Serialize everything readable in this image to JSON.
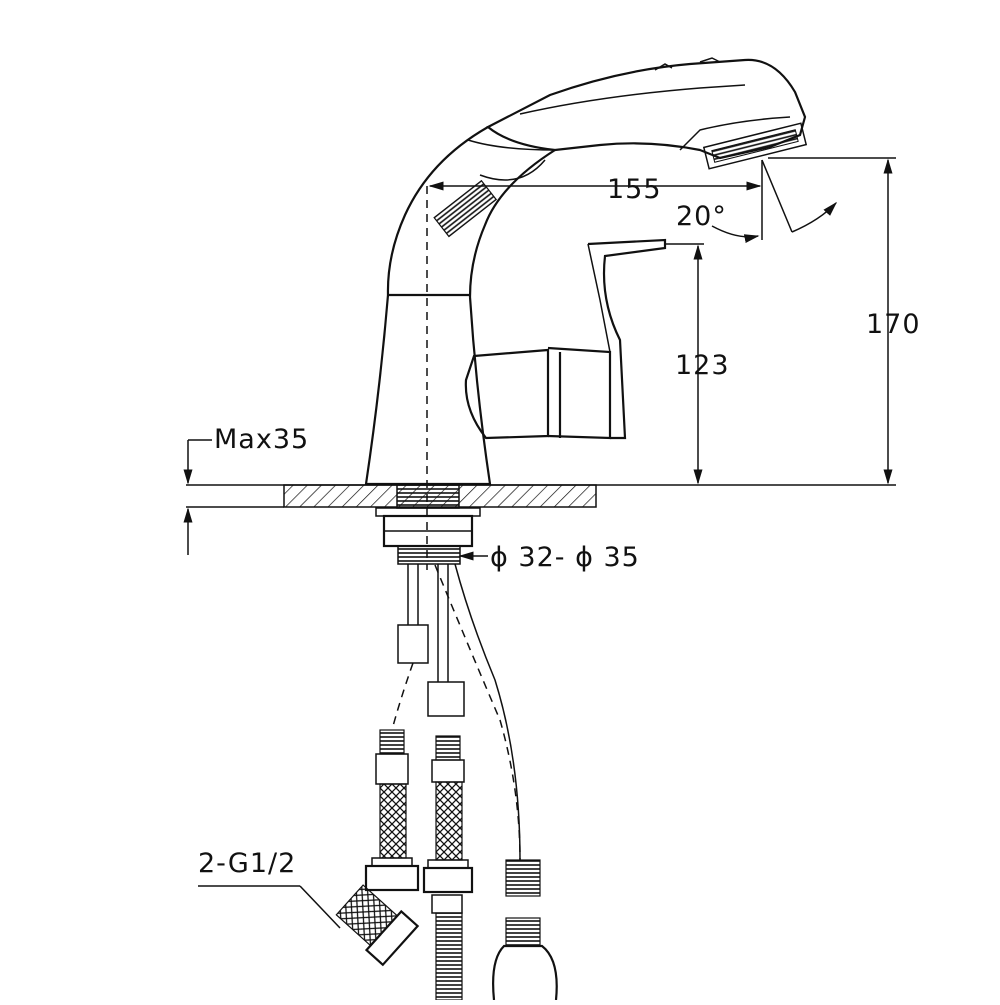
{
  "dimensions": {
    "spout_reach": "155",
    "spray_angle": "20°",
    "lever_height": "123",
    "total_height": "170",
    "max_deck_thickness": "Max35",
    "hole_diameter": "ϕ 32- ϕ 35",
    "connection_thread": "2-G1/2"
  },
  "colors": {
    "line": "#111111",
    "hatch": "#111111",
    "background": "#ffffff"
  }
}
